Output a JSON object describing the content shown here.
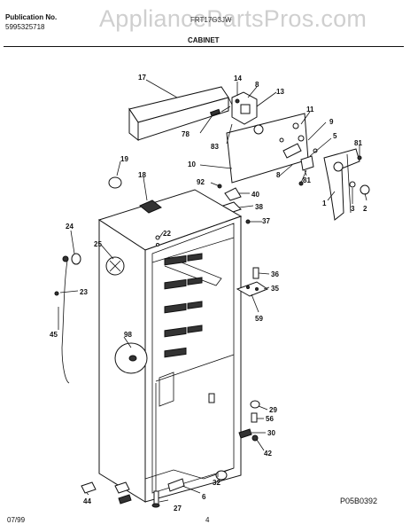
{
  "header": {
    "publication_label": "Publication No.",
    "publication_number": "5995325718",
    "model": "FRT17G3JW",
    "section_title": "CABINET",
    "watermark": "AppliancePartsPros.com"
  },
  "footer": {
    "date": "07/99",
    "page": "4",
    "diagram_code": "P05B0392"
  },
  "callouts": [
    "17",
    "14",
    "8",
    "13",
    "78",
    "83",
    "11",
    "9",
    "5",
    "81",
    "10",
    "19",
    "18",
    "92",
    "40",
    "8",
    "81",
    "38",
    "1",
    "3",
    "2",
    "24",
    "22",
    "37",
    "25",
    "36",
    "23",
    "35",
    "59",
    "45",
    "98",
    "29",
    "56",
    "30",
    "42",
    "44",
    "32",
    "6",
    "27"
  ]
}
